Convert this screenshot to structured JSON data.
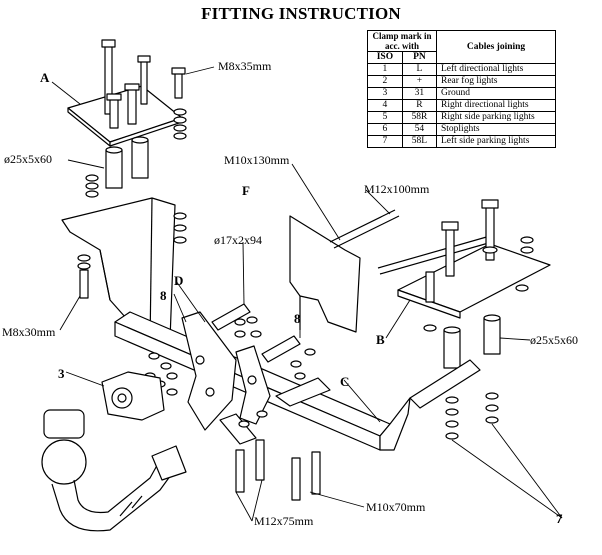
{
  "title": "FITTING INSTRUCTION",
  "table": {
    "header_clamp": "Clamp mark in acc. with",
    "header_iso": "ISO",
    "header_pn": "PN",
    "header_cables": "Cables joining",
    "rows": [
      {
        "iso": "1",
        "pn": "L",
        "cable": "Left directional lights"
      },
      {
        "iso": "2",
        "pn": "+",
        "cable": "Rear fog lights"
      },
      {
        "iso": "3",
        "pn": "31",
        "cable": "Ground"
      },
      {
        "iso": "4",
        "pn": "R",
        "cable": "Right directional lights"
      },
      {
        "iso": "5",
        "pn": "58R",
        "cable": "Right side parking lights"
      },
      {
        "iso": "6",
        "pn": "54",
        "cable": "Stoplights"
      },
      {
        "iso": "7",
        "pn": "58L",
        "cable": "Left side parking lights"
      }
    ]
  },
  "labels": {
    "A": "A",
    "B": "B",
    "C": "C",
    "D": "D",
    "F": "F",
    "three": "3",
    "seven": "7",
    "eight_left": "8",
    "eight_right": "8",
    "m8x35": "M8x35mm",
    "d25_left": "ø25x5x60",
    "m10x130": "M10x130mm",
    "m12x100": "M12x100mm",
    "d17": "ø17x2x94",
    "m8x30": "M8x30mm",
    "d25_right": "ø25x5x60",
    "m10x70": "M10x70mm",
    "m12x75": "M12x75mm"
  }
}
